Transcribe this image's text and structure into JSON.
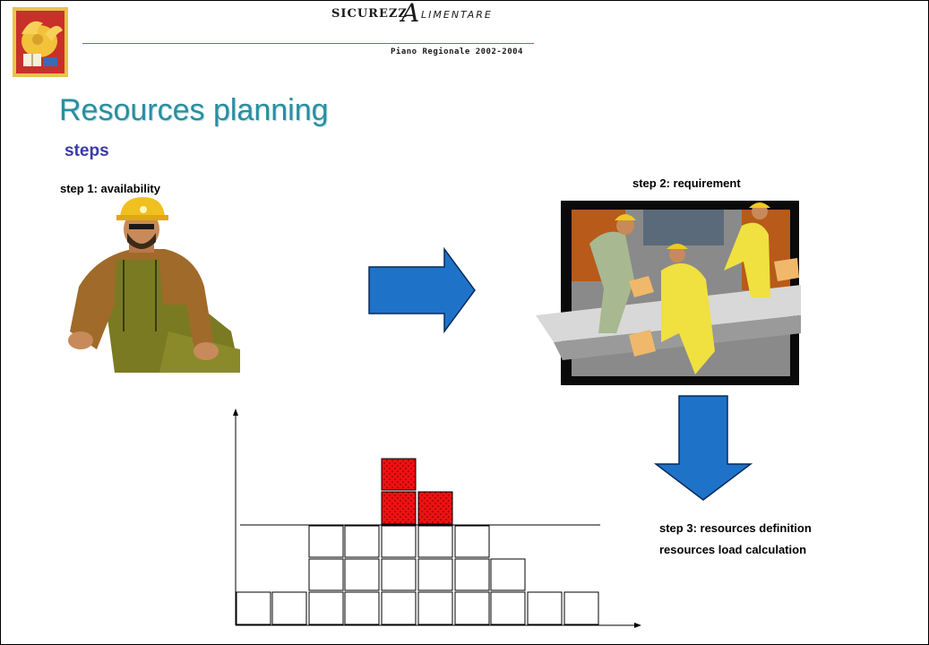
{
  "header": {
    "brand_name": "SICUREZZ",
    "brand_a": "A",
    "brand_rest": "LIMENTARE",
    "plan": "Piano Regionale 2002-2004"
  },
  "slide": {
    "title": "Resources planning",
    "subtitle": "steps"
  },
  "steps": {
    "step1": "step 1: availability",
    "step2": "step 2: requirement",
    "step3_line1": "step 3: resources definition",
    "step3_line2": "resources load calculation"
  },
  "colors": {
    "title": "#2a8ea0",
    "subtitle": "#3a3aa8",
    "arrow": "#1e73c8",
    "overload_block": "#ee1111",
    "accent_line": "#c25a30"
  },
  "icons": {
    "logo": "lion-of-venice-logo-icon",
    "worker": "construction-worker-clipart-icon",
    "team": "workers-conveyor-clipart-icon"
  }
}
